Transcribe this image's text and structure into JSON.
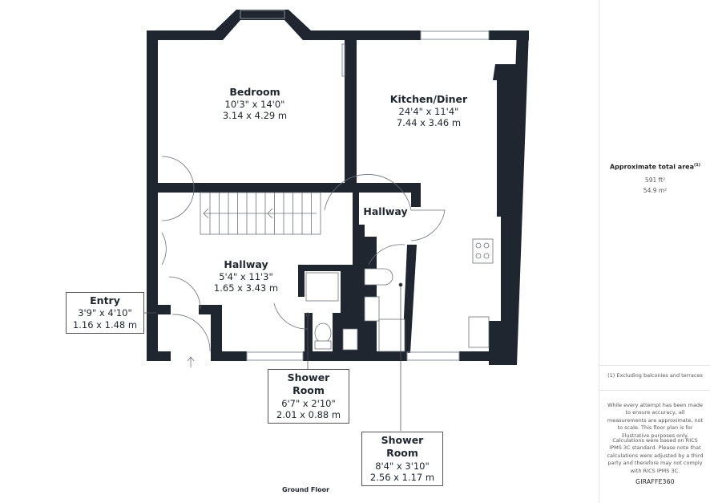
{
  "rooms": {
    "bedroom": {
      "name": "Bedroom",
      "imperial": "10'3\" x 14'0\"",
      "metric": "3.14 x 4.29 m"
    },
    "kitchen": {
      "name": "Kitchen/Diner",
      "imperial": "24'4\" x 11'4\"",
      "metric": "7.44 x 3.46 m"
    },
    "hallway_upper": {
      "name": "Hallway"
    },
    "hallway": {
      "name": "Hallway",
      "imperial": "5'4\" x 11'3\"",
      "metric": "1.65 x 3.43 m"
    },
    "entry": {
      "name": "Entry",
      "imperial": "3'9\" x 4'10\"",
      "metric": "1.16 x 1.48 m"
    },
    "shower1": {
      "name": "Shower Room",
      "imperial": "6'7\" x 2'10\"",
      "metric": "2.01 x 0.88 m"
    },
    "shower2": {
      "name": "Shower Room",
      "imperial": "8'4\" x 3'10\"",
      "metric": "2.56 x 1.17 m"
    }
  },
  "floor_label": "Ground Floor",
  "sidebar": {
    "area_title": "Approximate total area",
    "area_footnote_mark": "(1)",
    "area_ft": "591 ft²",
    "area_m": "54.9 m²",
    "footnote": "(1) Excluding balconies and terraces",
    "disclaimer": "While every attempt has been made to ensure accuracy, all measurements are approximate, not to scale. This floor plan is for illustrative purposes only.",
    "calc_note": "Calculations were based on RICS IPMS 3C standard. Please note that calculations were adjusted by a third party and therefore may not comply with RICS IPMS 3C.",
    "logo": "GIRAFFE360"
  },
  "colors": {
    "wall": "#1f2630",
    "fixture": "#6b7078"
  }
}
